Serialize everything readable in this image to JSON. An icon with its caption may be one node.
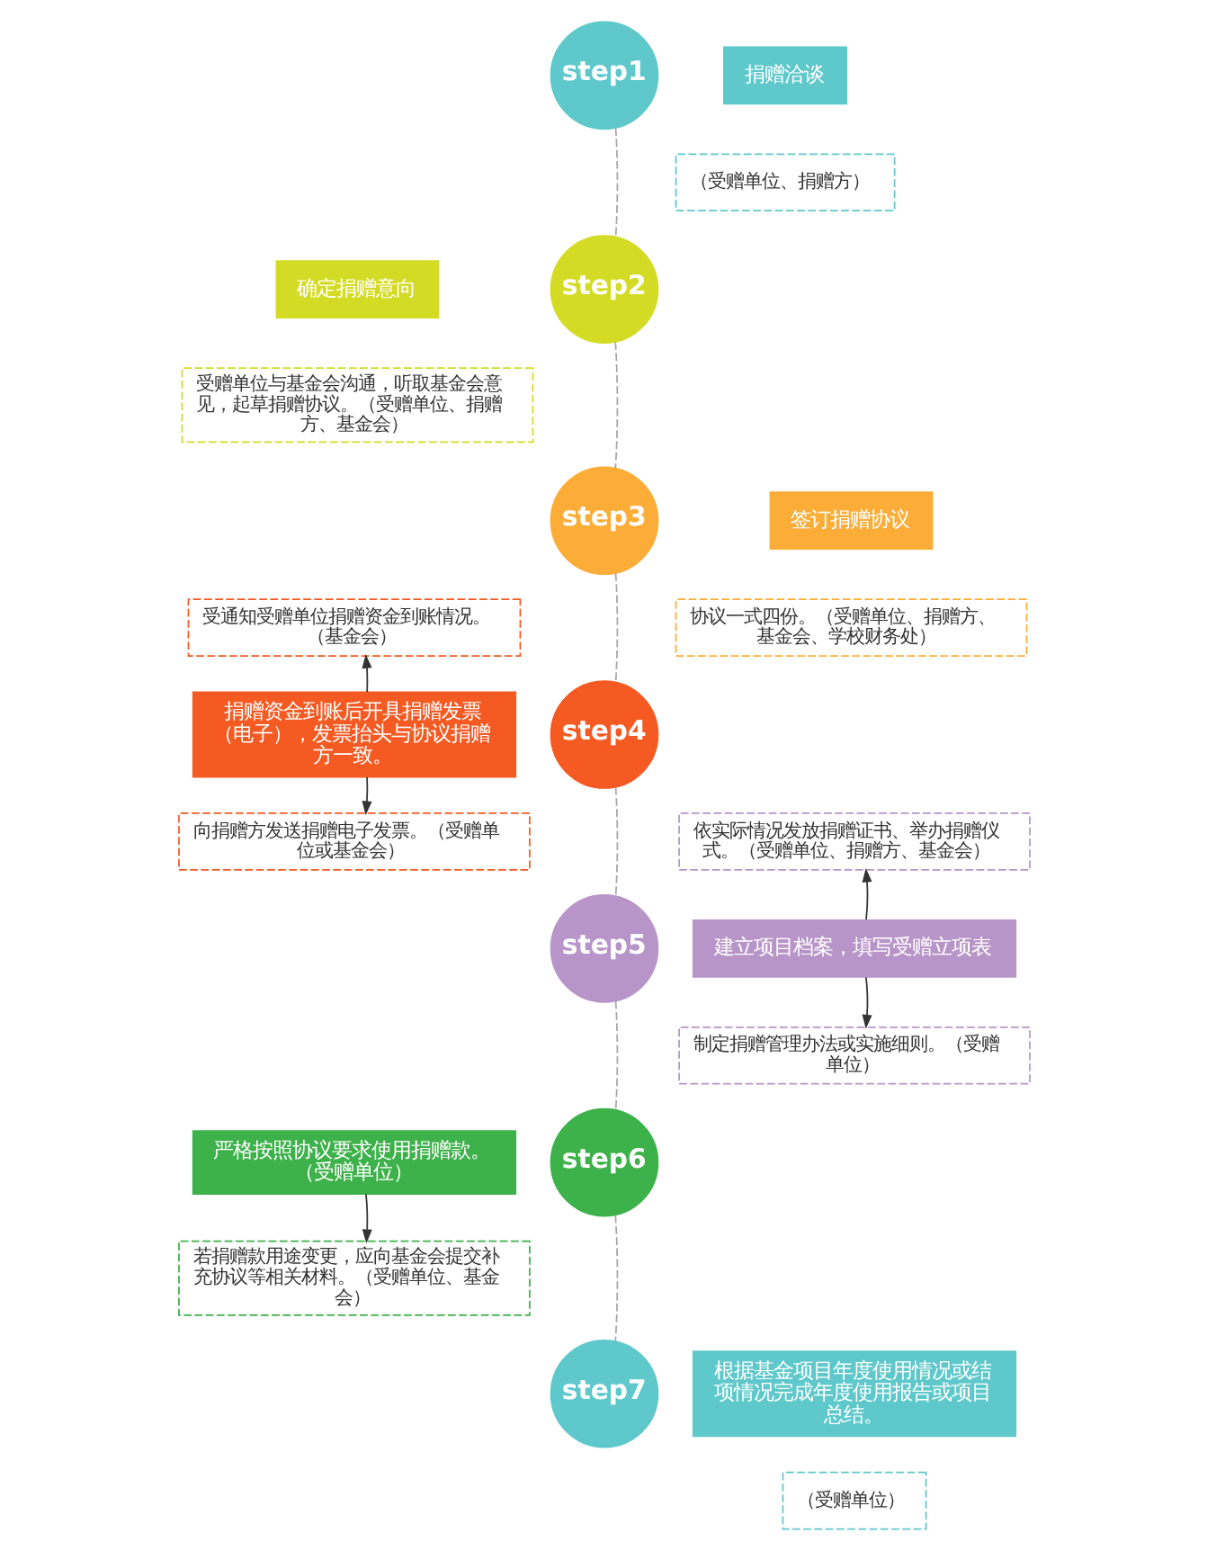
{
  "diagram": {
    "nodes": [
      {
        "text": [
          "step1"
        ]
      },
      {
        "text": [
          "捐赠洽谈"
        ]
      },
      {
        "text": [
          "（受赠单位、捐赠方）"
        ]
      },
      {
        "text": [
          "step2"
        ]
      },
      {
        "text": [
          "确定捐赠意向"
        ]
      },
      {
        "text": [
          "受赠单位与基金会沟通，听取基金会意见，起草捐赠协议。（受赠单位、捐赠方、基金会）"
        ]
      },
      {
        "text": [
          "step3"
        ]
      },
      {
        "text": [
          "签订捐赠协议"
        ]
      },
      {
        "text": [
          "协议一式四份。（受赠单位、捐赠方、基金会、学校财务处）"
        ]
      },
      {
        "text": [
          "step4"
        ]
      },
      {
        "text": [
          "受通知受赠单位捐赠资金到账情况。（基金会）"
        ]
      },
      {
        "text": [
          "捐赠资金到账后开具捐赠发票（电子），发票抬头与协议捐赠方一致。"
        ]
      },
      {
        "text": [
          "向捐赠方发送捐赠电子发票。（受赠单位或基金会）"
        ]
      },
      {
        "text": [
          "step5"
        ]
      },
      {
        "text": [
          "依实际情况发放捐赠证书、举办捐赠仪式。（受赠单位、捐赠方、基金会）"
        ]
      },
      {
        "text": [
          "建立项目档案，填写受赠立项表"
        ]
      },
      {
        "text": [
          "制定捐赠管理办法或实施细则。（受赠单位）"
        ]
      },
      {
        "text": [
          "step6"
        ]
      },
      {
        "text": [
          "严格按照协议要求使用捐赠款。（受赠单位）"
        ]
      },
      {
        "text": [
          "若捐赠款用途变更，应向基金会提交补充协议等相关材料。（受赠单位、基金会）"
        ]
      },
      {
        "text": [
          "step7"
        ]
      },
      {
        "text": [
          "根据基金项目年度使用情况或结项情况完成年度使用报告或项目总结。"
        ]
      },
      {
        "text": [
          "（受赠单位）"
        ]
      }
    ],
    "edges": [
      {
        "from": 0,
        "to": 3,
        "arrow": "none",
        "style": "dashed"
      },
      {
        "from": 3,
        "to": 6,
        "arrow": "none",
        "style": "dashed"
      },
      {
        "from": 6,
        "to": 9,
        "arrow": "none",
        "style": "dashed"
      },
      {
        "from": 9,
        "to": 13,
        "arrow": "none",
        "style": "dashed"
      },
      {
        "from": 13,
        "to": 17,
        "arrow": "none",
        "style": "dashed"
      },
      {
        "from": 17,
        "to": 20,
        "arrow": "none",
        "style": "dashed"
      },
      {
        "from": 11,
        "to": 10,
        "arrow": "to",
        "color": "#333333"
      },
      {
        "from": 11,
        "to": 12,
        "arrow": "to",
        "color": "#333333"
      },
      {
        "from": 15,
        "to": 14,
        "arrow": "to",
        "color": "#333333"
      },
      {
        "from": 15,
        "to": 16,
        "arrow": "to",
        "color": "#333333"
      },
      {
        "from": 18,
        "to": 19,
        "arrow": "to",
        "color": "#333333"
      }
    ]
  }
}
